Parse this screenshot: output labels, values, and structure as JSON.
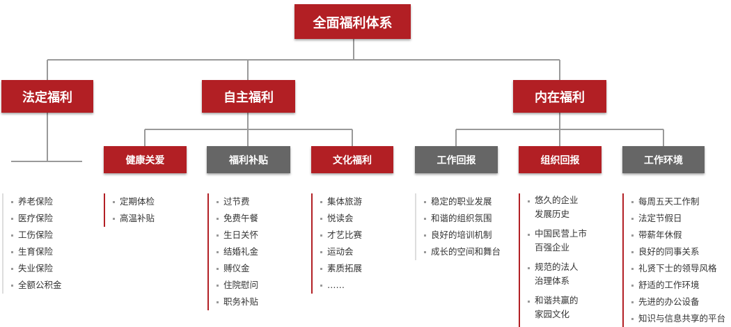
{
  "root": {
    "label": "全面福利体系"
  },
  "statutory": {
    "label": "法定福利",
    "items": [
      "养老保险",
      "医疗保险",
      "工伤保险",
      "生育保险",
      "失业保险",
      "全额公积金"
    ]
  },
  "voluntary": {
    "label": "自主福利",
    "health": {
      "label": "健康关爱",
      "items": [
        "定期体检",
        "高温补贴"
      ]
    },
    "subsidy": {
      "label": "福利补贴",
      "items": [
        "过节费",
        "免费午餐",
        "生日关怀",
        "结婚礼金",
        "赙仪金",
        "住院慰问",
        "职务补贴"
      ]
    },
    "culture": {
      "label": "文化福利",
      "items": [
        "集体旅游",
        "悦读会",
        "才艺比赛",
        "运动会",
        "素质拓展",
        "……"
      ]
    }
  },
  "intrinsic": {
    "label": "内在福利",
    "work": {
      "label": "工作回报",
      "items": [
        "稳定的职业发展",
        "和谐的组织氛围",
        "良好的培训机制",
        "成长的空间和舞台"
      ]
    },
    "org": {
      "label": "组织回报",
      "items": [
        "悠久的企业\n发展历史",
        "中国民营上市\n百强企业",
        "规范的法人\n治理体系",
        "和谐共赢的\n家园文化"
      ]
    },
    "env": {
      "label": "工作环境",
      "items": [
        "每周五天工作制",
        "法定节假日",
        "带薪年休假",
        "良好的同事关系",
        "礼贤下士的领导风格",
        "舒适的工作环境",
        "先进的办公设备",
        "知识与信息共享的平台"
      ]
    }
  },
  "colors": {
    "accent": "#b21f24",
    "neutral": "#666666",
    "connector": "#999999"
  }
}
